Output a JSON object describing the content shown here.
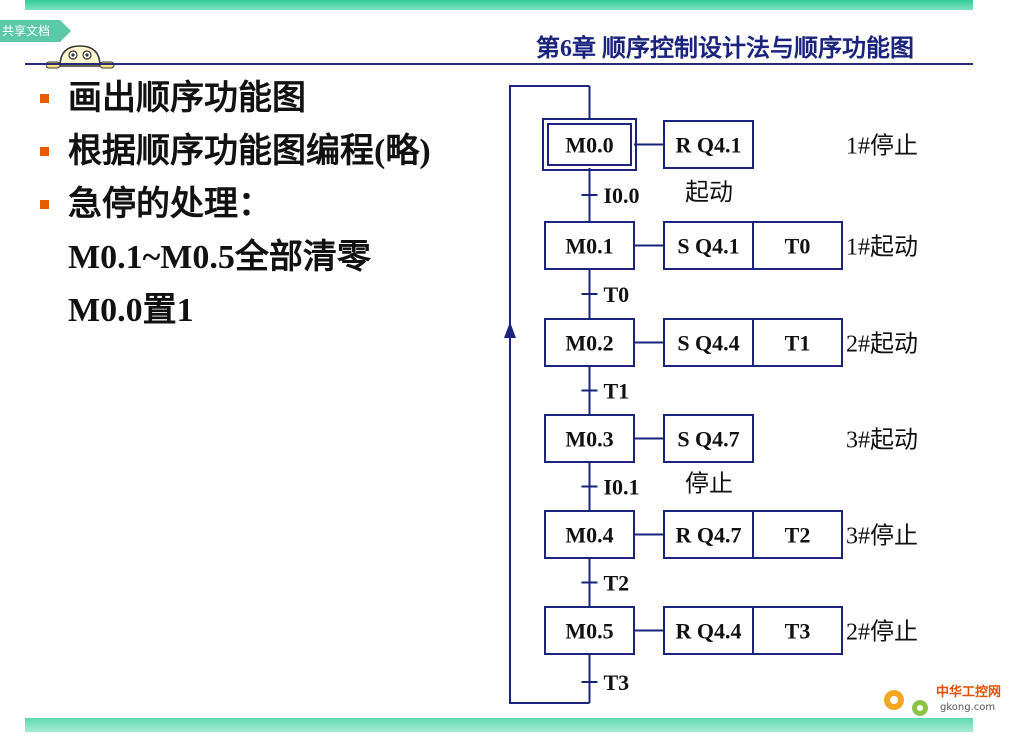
{
  "tag": "共享文档",
  "header": {
    "title": "第6章 顺序控制设计法与顺序功能图"
  },
  "bullets": [
    {
      "text": "画出顺序功能图",
      "bullet": true
    },
    {
      "text": "根据顺序功能图编程(略)",
      "bullet": true
    },
    {
      "text": "急停的处理：",
      "bullet": true
    },
    {
      "text": "M0.1~M0.5全部清零",
      "bullet": false
    },
    {
      "text": "M0.0置1",
      "bullet": false
    }
  ],
  "diagram": {
    "steps": [
      {
        "label": "M0.0",
        "initial": true,
        "actions": [
          "R Q4.1"
        ],
        "comment": "1#停止",
        "transition": "I0.0",
        "transition_note": "起动"
      },
      {
        "label": "M0.1",
        "initial": false,
        "actions": [
          "S Q4.1",
          "T0"
        ],
        "comment": "1#起动",
        "transition": "T0",
        "transition_note": ""
      },
      {
        "label": "M0.2",
        "initial": false,
        "actions": [
          "S Q4.4",
          "T1"
        ],
        "comment": "2#起动",
        "transition": "T1",
        "transition_note": ""
      },
      {
        "label": "M0.3",
        "initial": false,
        "actions": [
          "S Q4.7"
        ],
        "comment": "3#起动",
        "transition": "I0.1",
        "transition_note": "停止"
      },
      {
        "label": "M0.4",
        "initial": false,
        "actions": [
          "R Q4.7",
          "T2"
        ],
        "comment": "3#停止",
        "transition": "T2",
        "transition_note": ""
      },
      {
        "label": "M0.5",
        "initial": false,
        "actions": [
          "R Q4.4",
          "T3"
        ],
        "comment": "2#停止",
        "transition": "T3",
        "transition_note": ""
      }
    ],
    "line_color": "#1a237e",
    "box_border_color": "#1a237e"
  },
  "watermark": {
    "site": "中华工控网",
    "url": "gkong.com"
  }
}
